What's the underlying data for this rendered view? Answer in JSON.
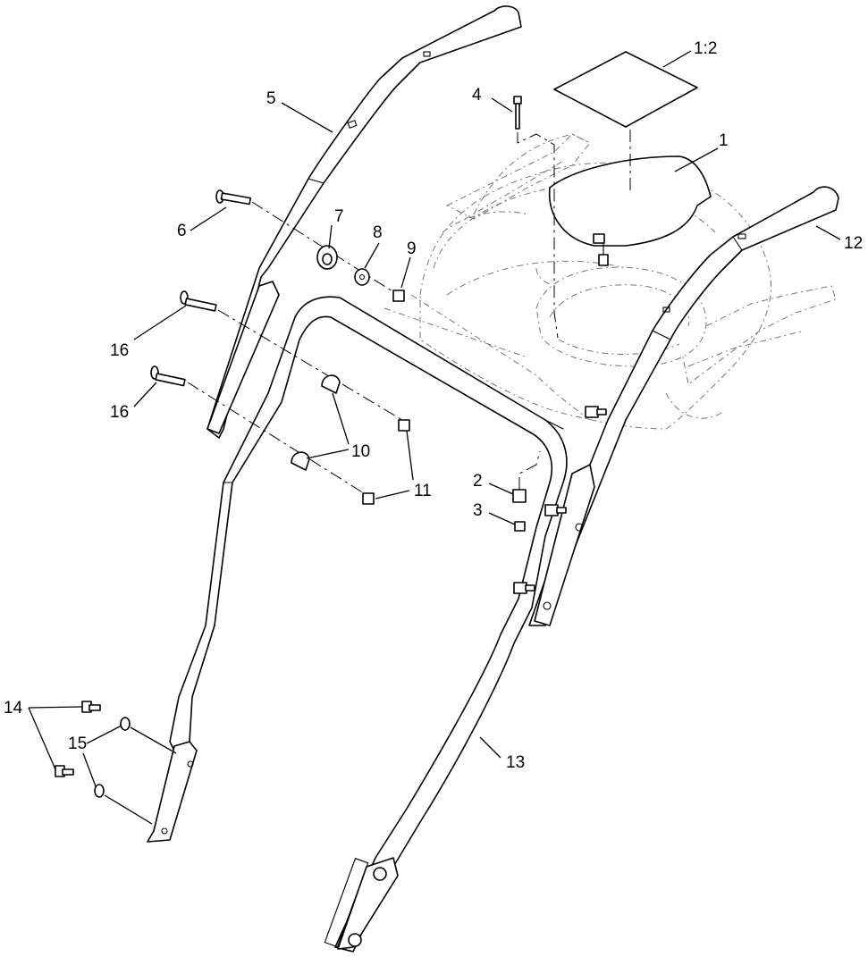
{
  "callouts": {
    "c1": "1",
    "c1_2": "1:2",
    "c2": "2",
    "c3": "3",
    "c4": "4",
    "c5": "5",
    "c6": "6",
    "c7": "7",
    "c8": "8",
    "c9": "9",
    "c10": "10",
    "c11": "11",
    "c12": "12",
    "c13": "13",
    "c14": "14",
    "c15": "15",
    "c16a": "16",
    "c16b": "16"
  }
}
